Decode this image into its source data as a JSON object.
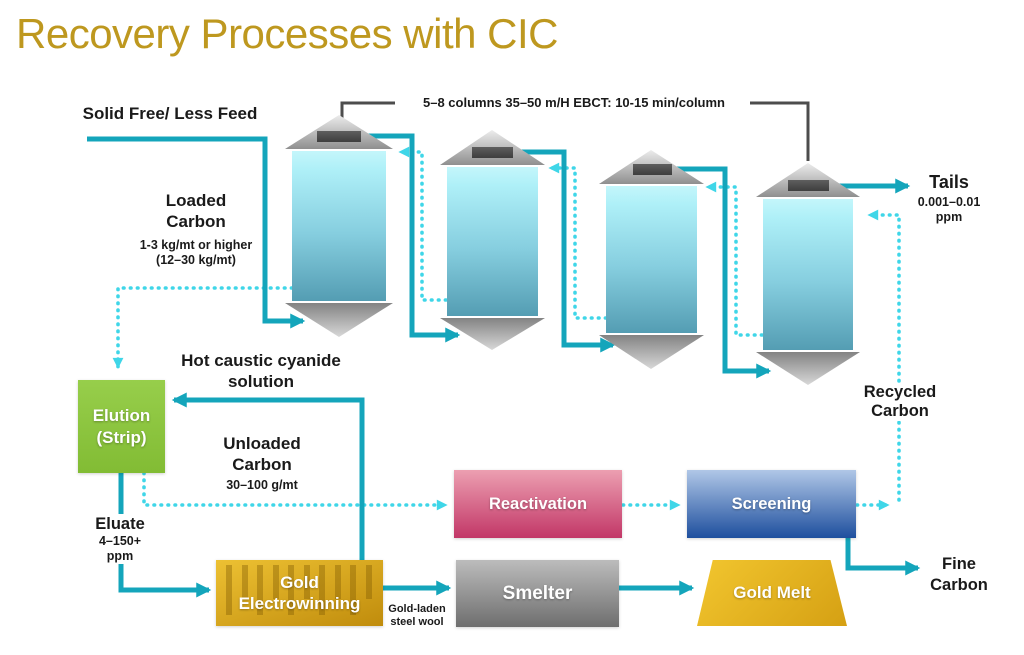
{
  "title": "Recovery Processes with CIC",
  "annotations": {
    "bracket_note": "5–8 columns 35–50 m/H EBCT: 10-15 min/column",
    "feed": "Solid Free/ Less Feed",
    "loaded_carbon": {
      "t1": "Loaded",
      "t2": "Carbon",
      "v1": "1-3 kg/mt or higher",
      "v2": "(12–30 kg/mt)"
    },
    "tails": {
      "t": "Tails",
      "v1": "0.001–0.01",
      "v2": "ppm"
    },
    "recycled_carbon": {
      "t1": "Recycled",
      "t2": "Carbon"
    },
    "hot_caustic": {
      "t1": "Hot caustic cyanide",
      "t2": "solution"
    },
    "unloaded_carbon": {
      "t1": "Unloaded",
      "t2": "Carbon",
      "v": "30–100 g/mt"
    },
    "eluate": {
      "t": "Eluate",
      "v1": "4–150+",
      "v2": "ppm"
    },
    "gold_laden": {
      "t1": "Gold-laden",
      "t2": "steel wool"
    },
    "fine_carbon": {
      "t1": "Fine",
      "t2": "Carbon"
    }
  },
  "process_nodes": {
    "elution": {
      "line1": "Elution",
      "line2": "(Strip)"
    },
    "reactivation": "Reactivation",
    "screening": "Screening",
    "electrowinning": {
      "line1": "Gold",
      "line2": "Electrowinning"
    },
    "smelter": "Smelter",
    "gold_melt": "Gold Melt"
  },
  "colors": {
    "title_gold": "#BE981F",
    "solid_flow_teal": "#14A5BB",
    "dotted_carbon_cyan": "#3FD6E8",
    "elution_green": "#8DC63F",
    "reactivation_pink_top": "#EC9FB1",
    "reactivation_pink_bottom": "#C23767",
    "screening_blue_top": "#B0C7E7",
    "screening_blue_bottom": "#1E4F9E",
    "smelter_gray_top": "#BCBCBC",
    "smelter_gray_bottom": "#6E6E6E",
    "gold_top": "#EDC133",
    "gold_bottom": "#C08C0C",
    "column_body_top": "#B7F2F9",
    "column_body_bottom": "#549DB3"
  }
}
